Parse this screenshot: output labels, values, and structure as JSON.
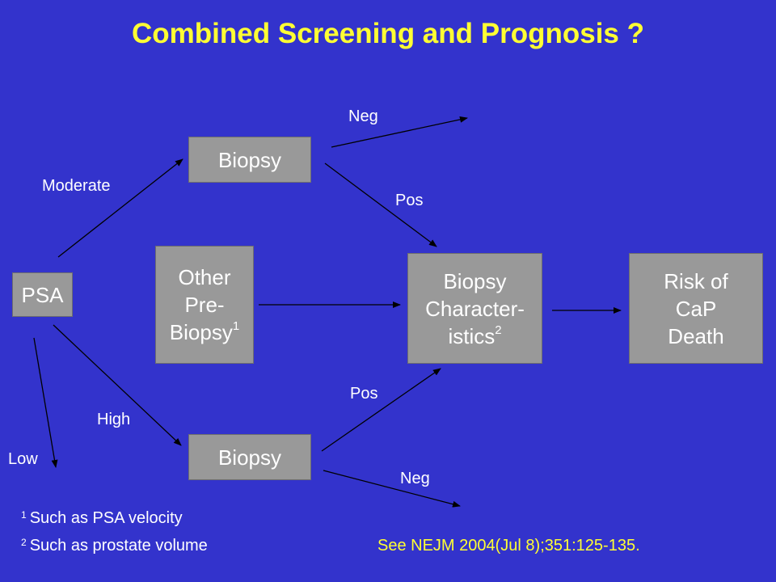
{
  "title": "Combined Screening and Prognosis ?",
  "nodes": {
    "psa": {
      "lines": [
        "PSA"
      ]
    },
    "biopsy_top": {
      "lines": [
        "Biopsy"
      ]
    },
    "other_pre_biopsy": {
      "lines": [
        "Other",
        "Pre-",
        "Biopsy"
      ],
      "footnote": "1"
    },
    "biopsy_characteristics": {
      "lines": [
        "Biopsy",
        "Character-",
        "istics"
      ],
      "footnote": "2"
    },
    "risk_of_death": {
      "lines": [
        "Risk of",
        "CaP",
        "Death"
      ]
    },
    "biopsy_bottom": {
      "lines": [
        "Biopsy"
      ]
    }
  },
  "edge_labels": {
    "moderate": "Moderate",
    "high": "High",
    "low": "Low",
    "neg_top": "Neg",
    "pos_top": "Pos",
    "pos_bottom": "Pos",
    "neg_bottom": "Neg"
  },
  "footnotes": [
    {
      "marker": "1",
      "text": "Such as PSA velocity"
    },
    {
      "marker": "2",
      "text": "Such as prostate volume"
    }
  ],
  "citation": "See NEJM 2004(Jul 8);351:125-135.",
  "colors": {
    "background": "#3333cc",
    "title": "#ffff33",
    "box": "#999999",
    "text": "#ffffff",
    "citation": "#ffff33"
  }
}
